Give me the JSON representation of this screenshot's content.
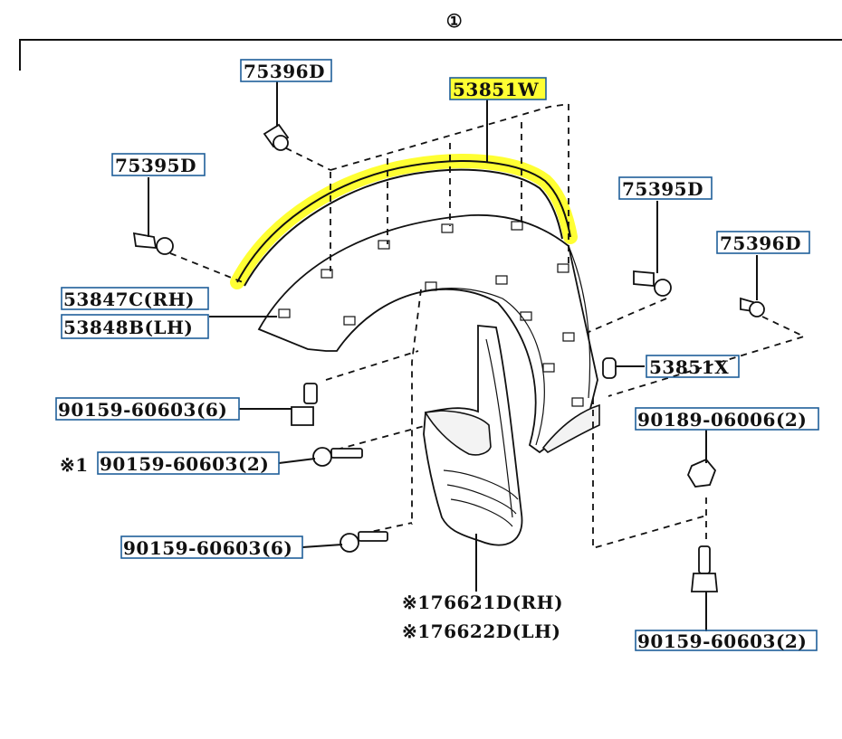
{
  "title": "①",
  "highlight_color": "#ffff33",
  "callout_box_color": "#1f5f99",
  "labels": {
    "p75396d_top": "75396D",
    "p53851w": "53851W",
    "p75395d_left": "75395D",
    "p75395d_right": "75395D",
    "p75396d_right": "75396D",
    "p53847c": "53847C(RH)",
    "p53848b": "53848B(LH)",
    "p53851x": "53851X",
    "p90159_a": "90159-60603(6)",
    "p90189": "90189-06006(2)",
    "p90159_b_mark": "※1",
    "p90159_b": "90159-60603(2)",
    "p90159_c": "90159-60603(6)",
    "p176621d": "※176621D(RH)",
    "p176622d": "※176622D(LH)",
    "p90159_d": "90159-60603(2)"
  }
}
